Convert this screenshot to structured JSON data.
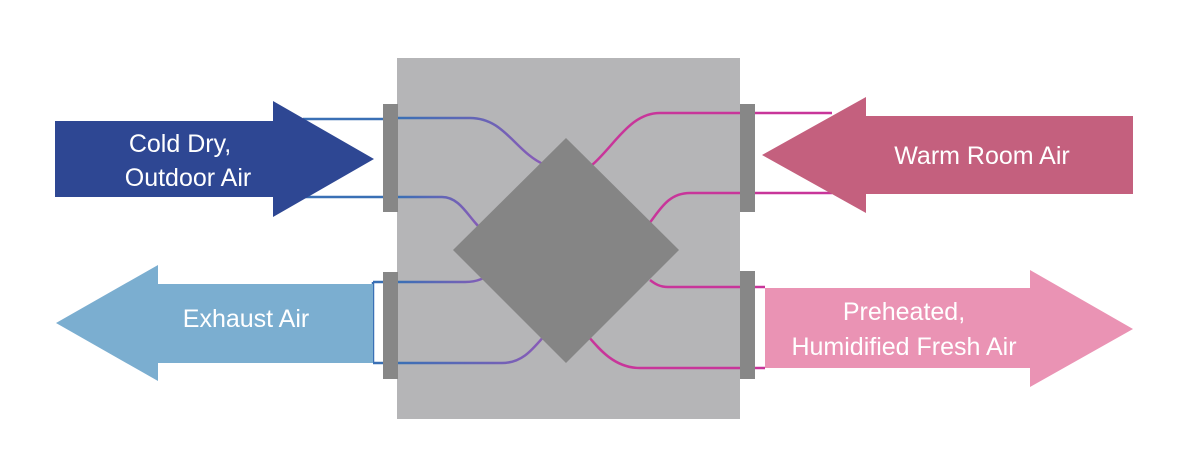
{
  "labels": {
    "cold_dry_line1": "Cold Dry,",
    "cold_dry_line2": "Outdoor Air",
    "warm_room": "Warm Room Air",
    "exhaust": "Exhaust Air",
    "preheated_line1": "Preheated,",
    "preheated_line2": "Humidified Fresh Air"
  },
  "colors": {
    "cold_dry_arrow": "#2e4793",
    "warm_room_arrow": "#c4607e",
    "exhaust_arrow": "#7baed0",
    "preheated_arrow": "#ea93b4",
    "housing": "#b5b5b7",
    "core": "#858585",
    "port": "#878787",
    "duct_blue": "#3a70b5",
    "duct_purple": "#8a5bb7",
    "duct_magenta": "#c8359a"
  }
}
